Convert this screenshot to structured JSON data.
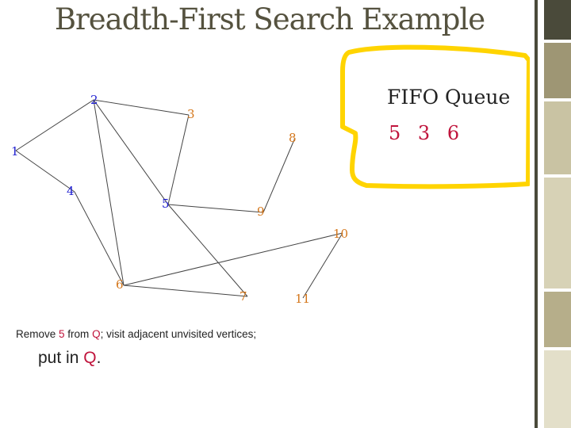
{
  "title": "Breadth-First Search Example",
  "colors": {
    "visited_node": "#1f1fd1",
    "queued_node": "#d4761a",
    "highlight": "#c0143c",
    "edge": "#444444",
    "queue_outline": "#ffd400"
  },
  "graph": {
    "nodes": [
      {
        "id": "1",
        "label": "1",
        "state": "visited"
      },
      {
        "id": "2",
        "label": "2",
        "state": "visited"
      },
      {
        "id": "3",
        "label": "3",
        "state": "queued"
      },
      {
        "id": "4",
        "label": "4",
        "state": "visited"
      },
      {
        "id": "5",
        "label": "5",
        "state": "visited"
      },
      {
        "id": "6",
        "label": "6",
        "state": "queued"
      },
      {
        "id": "7",
        "label": "7",
        "state": "unvisited"
      },
      {
        "id": "8",
        "label": "8",
        "state": "unvisited"
      },
      {
        "id": "9",
        "label": "9",
        "state": "unvisited"
      },
      {
        "id": "10",
        "label": "10",
        "state": "unvisited"
      },
      {
        "id": "11",
        "label": "11",
        "state": "unvisited"
      }
    ],
    "edges": [
      [
        "1",
        "2"
      ],
      [
        "1",
        "4"
      ],
      [
        "2",
        "3"
      ],
      [
        "2",
        "5"
      ],
      [
        "2",
        "6"
      ],
      [
        "3",
        "5"
      ],
      [
        "4",
        "6"
      ],
      [
        "5",
        "9"
      ],
      [
        "5",
        "7"
      ],
      [
        "6",
        "7"
      ],
      [
        "6",
        "10"
      ],
      [
        "8",
        "9"
      ],
      [
        "10",
        "11"
      ]
    ]
  },
  "queue": {
    "title": "FIFO Queue",
    "items": [
      "5",
      "3",
      "6"
    ]
  },
  "caption": {
    "line1": {
      "pre": "Remove ",
      "v1": "5",
      "mid": " from ",
      "q": "Q",
      "post": "; visit adjacent unvisited vertices;"
    },
    "line2": {
      "pre": "put in ",
      "q": "Q",
      "post": "."
    }
  }
}
